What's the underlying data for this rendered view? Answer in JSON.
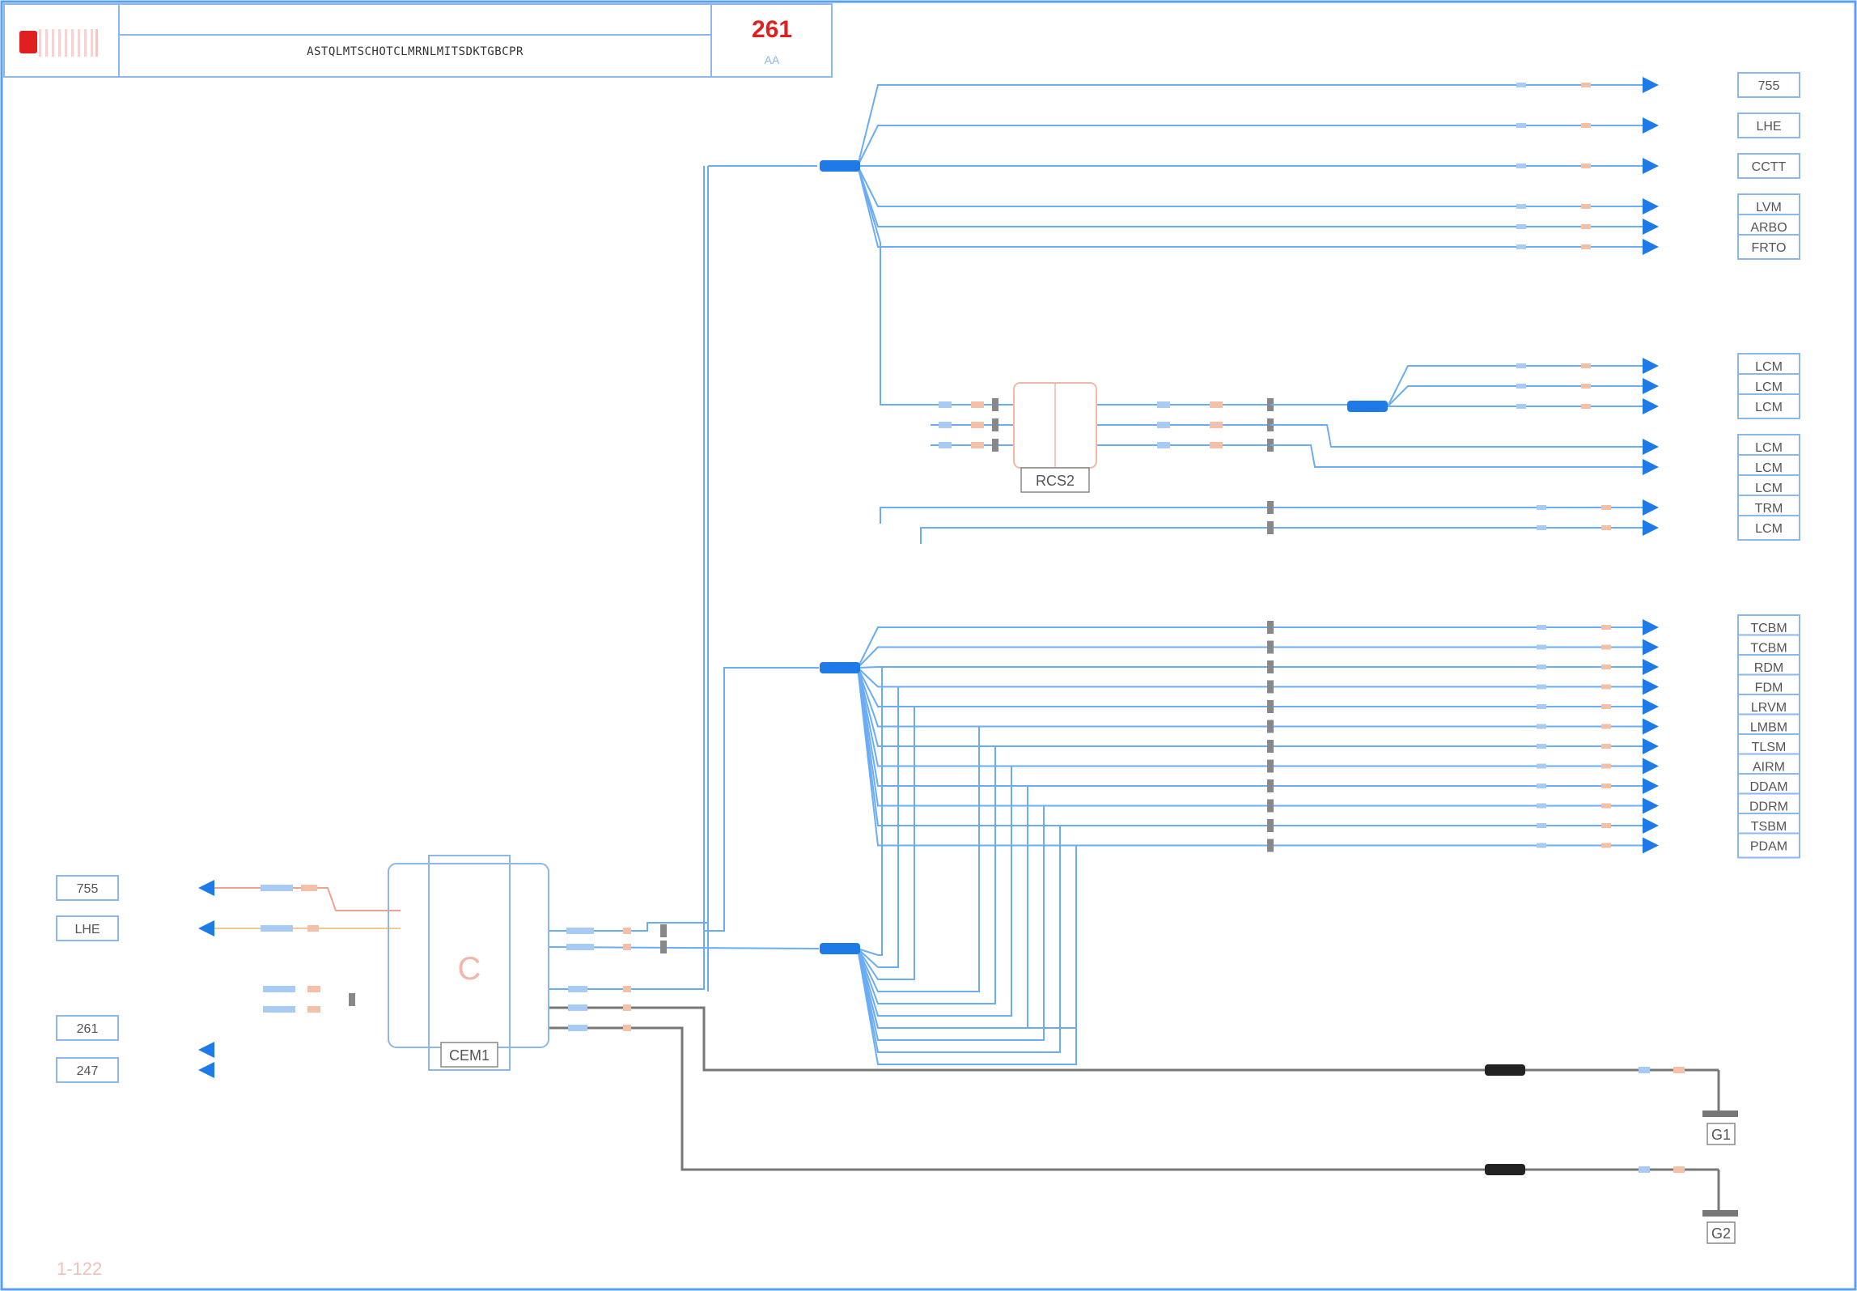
{
  "header": {
    "subtitle_code": "ASTQLMTSCHOTCLMRNLMITSDKTGBCPR",
    "sheet_number": "261",
    "sheet_sub": "AA"
  },
  "footer": {
    "page_ref": "1-122"
  },
  "colors": {
    "frame": "#5aa0f0",
    "wire_blue": "#6aacf5",
    "wire_gray": "#777777",
    "splice_blue": "#1e7ae6",
    "splice_black": "#222222",
    "accent_red": "#e02020",
    "arrow_blue": "#1e7ae6",
    "tag_border": "#8ab8ee"
  },
  "right_tags": [
    "755",
    "LHE",
    "CCTT",
    "LVM",
    "ARBO",
    "FRTO",
    "LCM",
    "LCM",
    "LCM",
    "LCM",
    "LCM",
    "LCM",
    "TRM",
    "LCM",
    "TCBM",
    "TCBM",
    "RDM",
    "FDM",
    "LRVM",
    "LMBM",
    "TLSM",
    "AIRM",
    "DDAM",
    "DDRM",
    "TSBM",
    "PDAM"
  ],
  "left_tags": [
    "755",
    "LHE",
    "261",
    "247"
  ],
  "components": {
    "module_main": "C",
    "module_main_id": "CEM1",
    "connector_mid": "RCS2"
  },
  "ground_labels": [
    "G1",
    "G2"
  ]
}
